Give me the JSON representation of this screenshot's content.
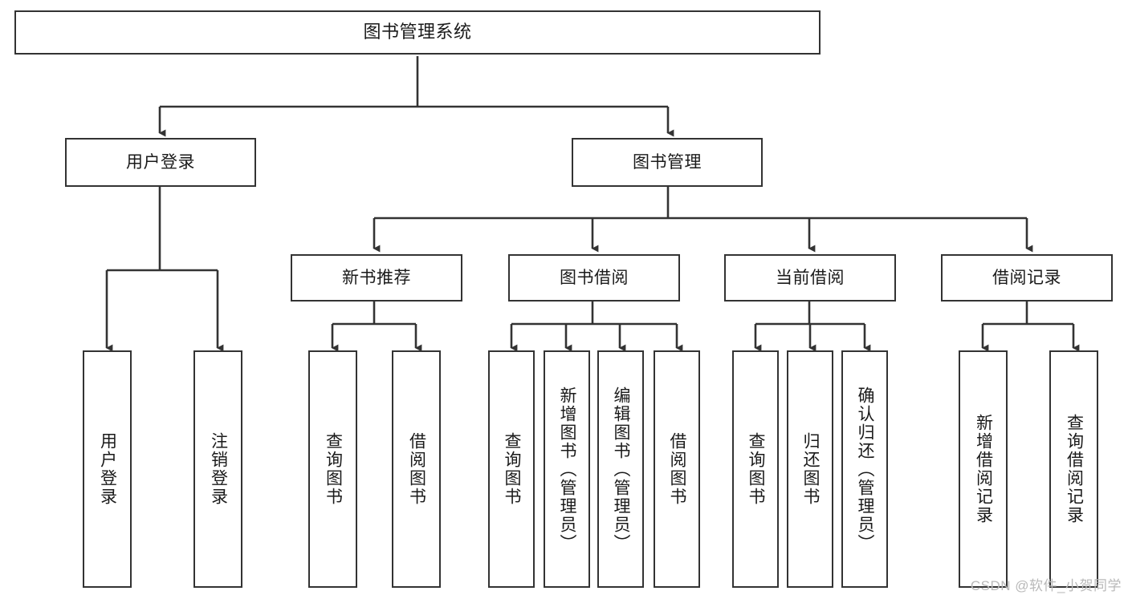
{
  "diagram": {
    "title": "图书管理系统",
    "type": "tree-structure-chart",
    "colors": {
      "box_border": "#333333",
      "box_fill": "#ffffff",
      "edge": "#333333",
      "text": "#1a1a1a",
      "watermark": "#b9b9b9",
      "page_background": "#ffffff"
    },
    "watermark": "CSDN @软件_小贺同学",
    "root": {
      "label": "图书管理系统"
    },
    "level1": [
      {
        "id": "user-login",
        "label": "用户登录"
      },
      {
        "id": "book-manage",
        "label": "图书管理"
      }
    ],
    "level2": [
      {
        "id": "new-book-recommend",
        "label": "新书推荐",
        "parent": "book-manage"
      },
      {
        "id": "book-borrow",
        "label": "图书借阅",
        "parent": "book-manage"
      },
      {
        "id": "current-borrow",
        "label": "当前借阅",
        "parent": "book-manage"
      },
      {
        "id": "borrow-record",
        "label": "借阅记录",
        "parent": "book-manage"
      }
    ],
    "leaves": {
      "user-login": [
        {
          "id": "leaf-user-login",
          "label": "用户登录"
        },
        {
          "id": "leaf-user-logout",
          "label": "注销登录"
        }
      ],
      "new-book-recommend": [
        {
          "id": "leaf-query-book-1",
          "label": "查询图书"
        },
        {
          "id": "leaf-borrow-book-1",
          "label": "借阅图书"
        }
      ],
      "book-borrow": [
        {
          "id": "leaf-query-book-2",
          "label": "查询图书"
        },
        {
          "id": "leaf-add-book",
          "label": "新增图书（管理员）"
        },
        {
          "id": "leaf-edit-book",
          "label": "编辑图书（管理员）"
        },
        {
          "id": "leaf-borrow-book-2",
          "label": "借阅图书"
        }
      ],
      "current-borrow": [
        {
          "id": "leaf-query-book-3",
          "label": "查询图书"
        },
        {
          "id": "leaf-return-book",
          "label": "归还图书"
        },
        {
          "id": "leaf-confirm-return",
          "label": "确认归还（管理员）"
        }
      ],
      "borrow-record": [
        {
          "id": "leaf-add-record",
          "label": "新增借阅记录"
        },
        {
          "id": "leaf-query-record",
          "label": "查询借阅记录"
        }
      ]
    }
  }
}
